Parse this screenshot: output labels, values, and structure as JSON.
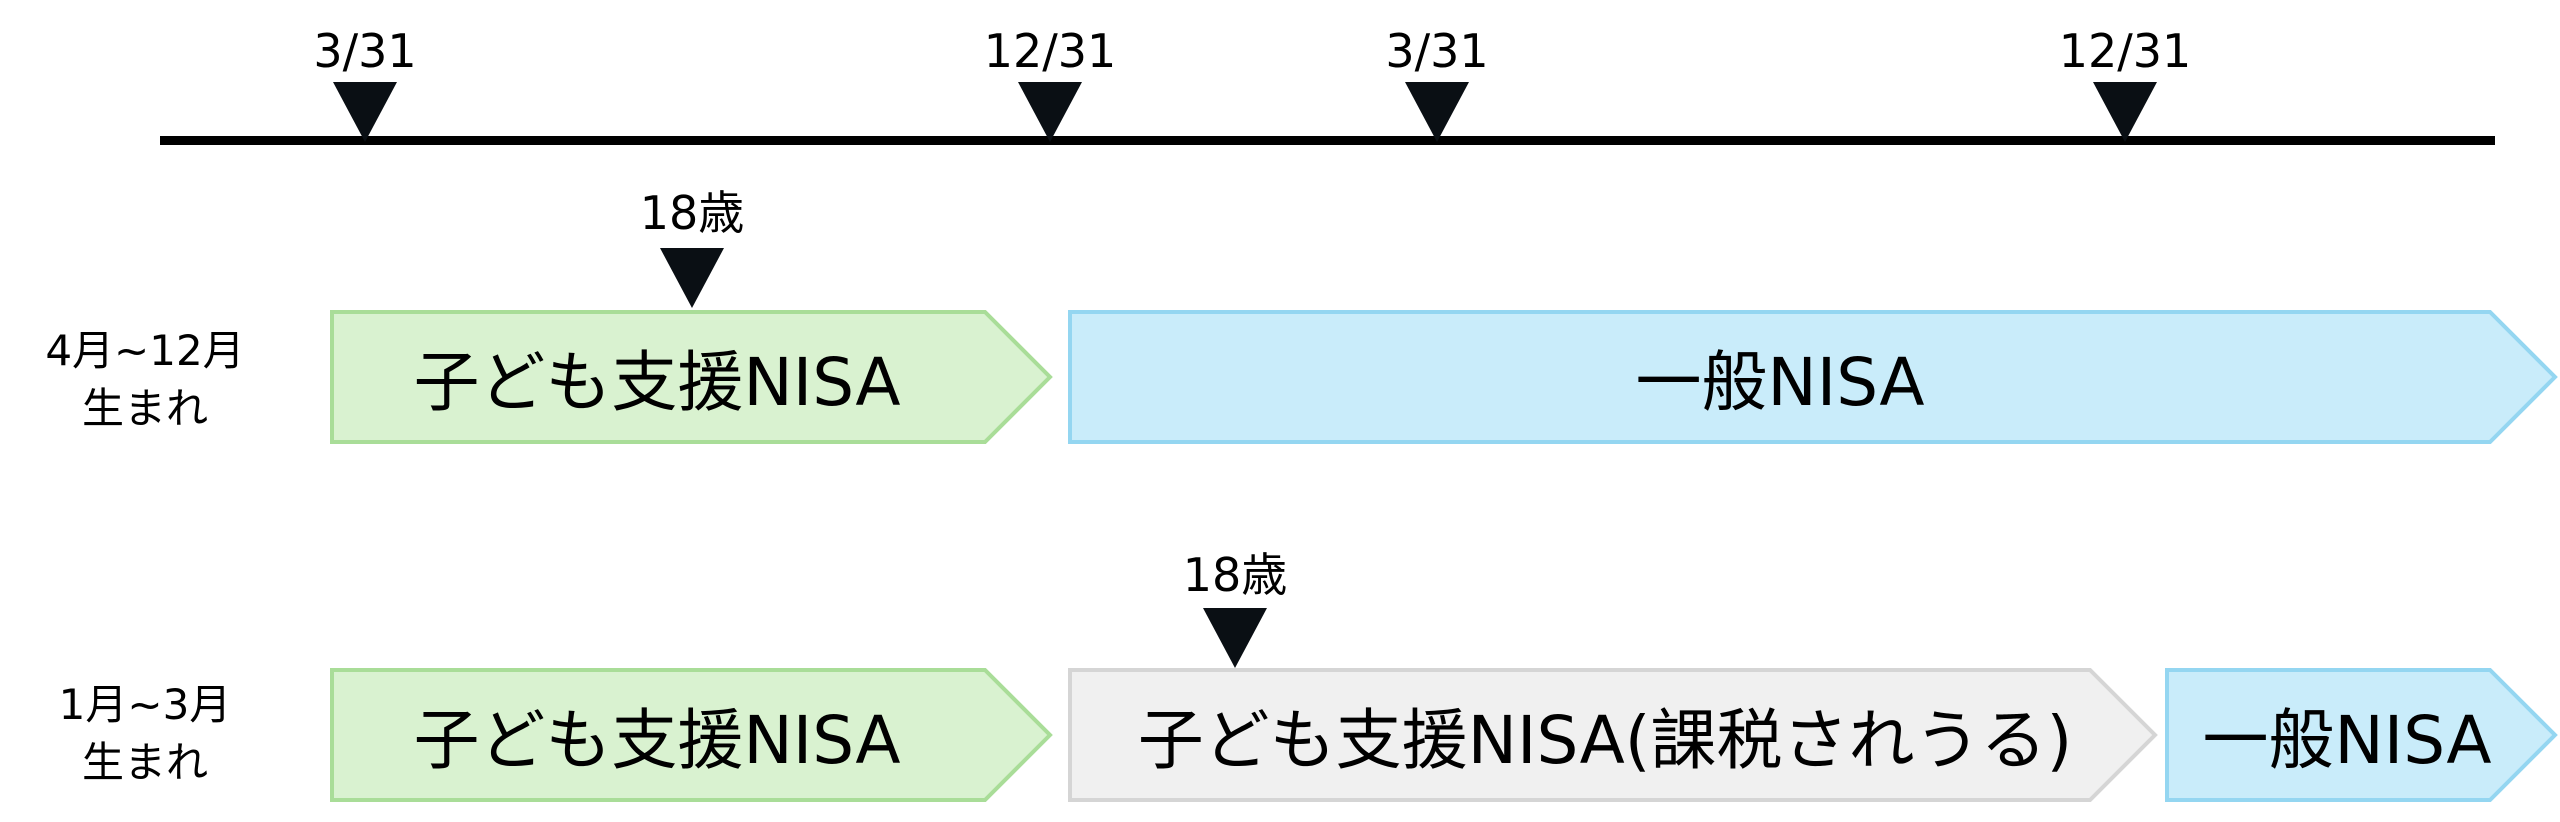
{
  "timeline": {
    "ticks": [
      {
        "label": "3/31"
      },
      {
        "label": "12/31"
      },
      {
        "label": "3/31"
      },
      {
        "label": "12/31"
      }
    ]
  },
  "rows": [
    {
      "label_line1": "4月~12月",
      "label_line2": "生まれ",
      "age_marker": "18歳",
      "segments": [
        {
          "label": "子ども支援NISA",
          "fill": "#d9f2d0",
          "stroke": "#a9dd98"
        },
        {
          "label": "一般NISA",
          "fill": "#c9ecfa",
          "stroke": "#94d6f1"
        }
      ]
    },
    {
      "label_line1": "1月~3月",
      "label_line2": "生まれ",
      "age_marker": "18歳",
      "segments": [
        {
          "label": "子ども支援NISA",
          "fill": "#d9f2d0",
          "stroke": "#a9dd98"
        },
        {
          "label": "子ども支援NISA(課税されうる)",
          "fill": "#f0f0f0",
          "stroke": "#d5d5d5"
        },
        {
          "label": "一般NISA",
          "fill": "#c9ecfa",
          "stroke": "#94d6f1"
        }
      ]
    }
  ]
}
